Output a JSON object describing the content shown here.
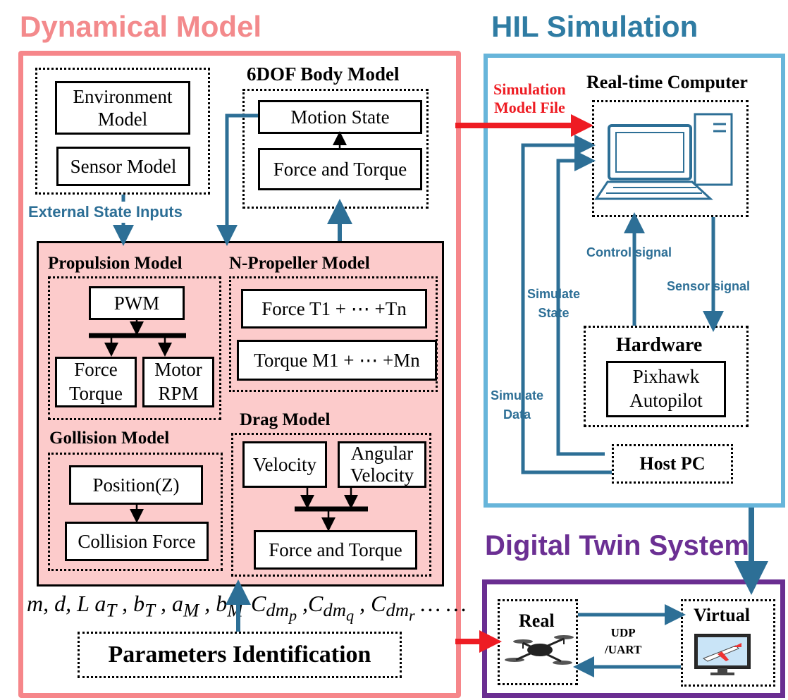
{
  "sections": {
    "dynamical_model": "Dynamical Model",
    "hil_simulation": "HIL Simulation",
    "digital_twin": "Digital Twin System"
  },
  "body_model": {
    "title": "6DOF  Body Model",
    "motion_state": "Motion State",
    "force_torque": "Force and Torque"
  },
  "env": {
    "environment_model": "Environment\nModel",
    "sensor_model": "Sensor Model"
  },
  "external_state_inputs": "External State Inputs",
  "propulsion": {
    "title": "Propulsion Model",
    "pwm": "PWM",
    "force_torque": "Force\nTorque",
    "motor_rpm": "Motor\nRPM"
  },
  "n_propeller": {
    "title": "N-Propeller  Model",
    "force": "Force T1 + ⋯ +Tn",
    "torque": "Torque M1 + ⋯ +Mn"
  },
  "collision": {
    "title": "Gollision Model",
    "position": "Position(Z)",
    "force": "Collision Force"
  },
  "drag": {
    "title": "Drag Model",
    "velocity": "Velocity",
    "angular_velocity": "Angular\nVelocity",
    "force_torque": "Force and Torque"
  },
  "parameters": {
    "text": "m, d, L  a<sub>T</sub> , b<sub>T</sub> , a<sub>M</sub> , b<sub>M</sub>",
    "text_right": "C<sub>dm<sub>p</sub></sub> ,C<sub>dm<sub>q</sub></sub> , C<sub>dm<sub>r</sub></sub> …  …",
    "identification": "Parameters Identification"
  },
  "hil": {
    "simulation_model_file": "Simulation\nModel File",
    "realtime_computer": "Real-time Computer",
    "control_signal": "Control signal",
    "sensor_signal": "Sensor signal",
    "simulate_state": "Simulate\nState",
    "simulate_data": "Simulate\nData",
    "hardware": "Hardware",
    "pixhawk": "Pixhawk\nAutopilot",
    "host_pc": "Host PC"
  },
  "twin": {
    "real": "Real",
    "virtual": "Virtual",
    "udp_uart": "UDP\n/UART"
  },
  "colors": {
    "dynamical_border": "#f6868a",
    "dynamical_title": "#f38a8c",
    "hil_border": "#67b5da",
    "hil_title": "#2f7ca3",
    "twin_border": "#6a2e91",
    "twin_title": "#6b2f93",
    "arrow_blue": "#2d6f96",
    "arrow_red": "#ee1c23",
    "pink_fill": "#fccbcb"
  }
}
